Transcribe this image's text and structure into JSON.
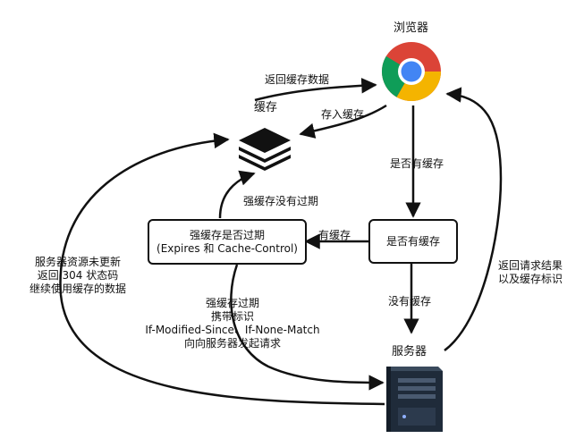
{
  "nodes": {
    "browser": "浏览器",
    "cache": "缓存",
    "server": "服务器",
    "check_cache": "是否有缓存",
    "check_expired_line1": "强缓存是否过期",
    "check_expired_line2": "(Expires 和 Cache-Control)"
  },
  "edges": {
    "return_cache_data": "返回缓存数据",
    "store_cache": "存入缓存",
    "has_cache_question": "是否有缓存",
    "not_expired": "强缓存没有过期",
    "has_cache": "有缓存",
    "no_cache": "没有缓存",
    "server_304": [
      "服务器资源未更新",
      "返回 304 状态码",
      "继续使用缓存的数据"
    ],
    "return_result": [
      "返回请求结果",
      "以及缓存标识"
    ],
    "expired_request": [
      "强缓存过期",
      "携带标识",
      "If-Modified-Since、If-None-Match",
      "向向服务器发起请求"
    ]
  },
  "colors": {
    "stroke": "#111111",
    "chrome_red": "#DB4437",
    "chrome_yellow": "#F4B400",
    "chrome_green": "#0F9D58",
    "chrome_blue": "#4285F4",
    "server_body": "#1f2b3a"
  },
  "icons": {
    "browser": "chrome-logo-icon",
    "cache": "stack-layers-icon",
    "server": "server-tower-icon"
  }
}
